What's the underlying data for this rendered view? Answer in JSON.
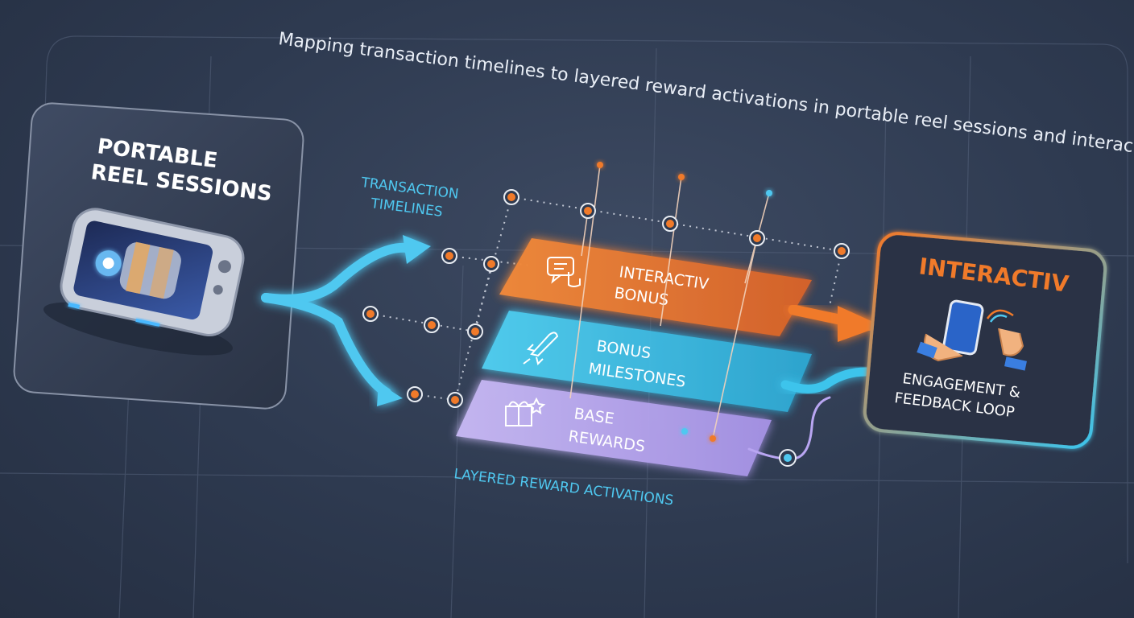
{
  "title": "Mapping transaction timelines to layered reward activations in portable reel sessions and interactiv",
  "source_card": {
    "line1": "PORTABLE",
    "line2": "REEL SESSIONS",
    "device_icon": "handheld-slot-console-icon"
  },
  "timeline_label": {
    "line1": "TRANSACTION",
    "line2": "TIMELINES"
  },
  "layers": [
    {
      "line1": "INTERACTIV",
      "line2": "BONUS",
      "icon": "chat-tap-icon",
      "color": "#f07a2a"
    },
    {
      "line1": "BONUS",
      "line2": "MILESTONES",
      "icon": "rocket-icon",
      "color": "#3cc4ec"
    },
    {
      "line1": "BASE",
      "line2": "REWARDS",
      "icon": "gift-icon",
      "color": "#b9a6f2"
    }
  ],
  "layers_label": "LAYERED REWARD ACTIVATIONS",
  "target_card": {
    "title": "INTERACTIV",
    "line1": "ENGAGEMENT &",
    "line2": "FEEDBACK LOOP",
    "icon": "phone-touch-icon"
  },
  "colors": {
    "orange": "#f07a2a",
    "cyan": "#3cc4ec",
    "lavender": "#b9a6f2",
    "background": "#2e3a50"
  }
}
